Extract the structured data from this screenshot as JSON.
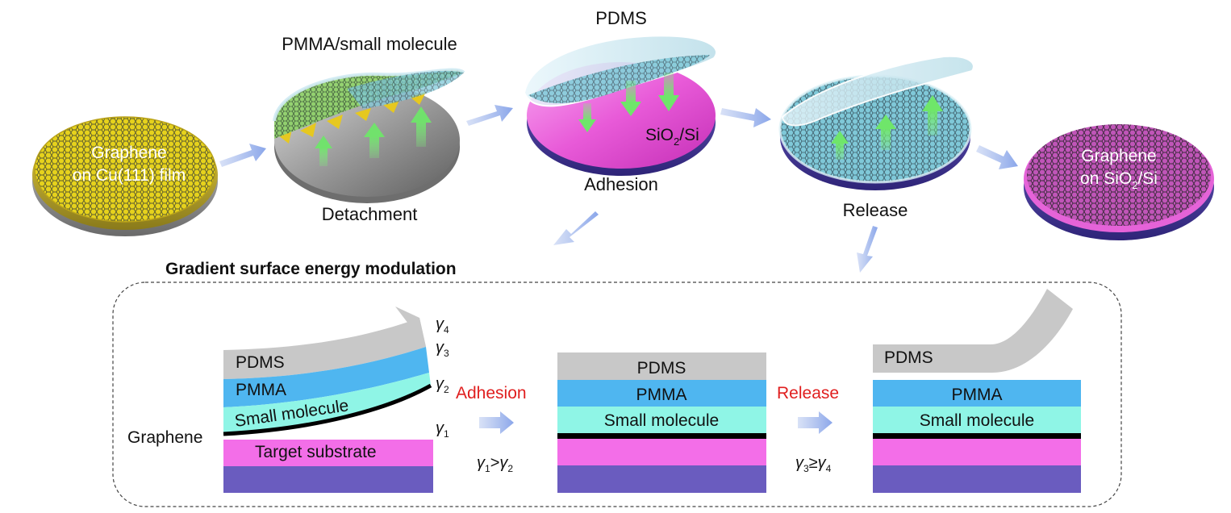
{
  "top": {
    "wafer1_line1": "Graphene",
    "wafer1_line2": "on Cu(111) film",
    "pmma_label": "PMMA/small molecule",
    "detachment": "Detachment",
    "pdms_label": "PDMS",
    "sio2_main": "SiO",
    "sio2_sub": "2",
    "sio2_rest": "/Si",
    "adhesion": "Adhesion",
    "release": "Release",
    "wafer5_line1": "Graphene",
    "wafer5_line2_a": "on SiO",
    "wafer5_line2_sub": "2",
    "wafer5_line2_b": "/Si"
  },
  "panel": {
    "title": "Gradient surface energy modulation",
    "graphene": "Graphene",
    "pdms": "PDMS",
    "pmma": "PMMA",
    "small_molecule": "Small molecule",
    "target_substrate": "Target substrate",
    "gamma": "γ",
    "g4": "4",
    "g3": "3",
    "g2": "2",
    "g1": "1",
    "adhesion": "Adhesion",
    "release": "Release",
    "cond1_gt": ">",
    "cond2_ge": "≥"
  },
  "colors": {
    "pdms": "#c8c8c8",
    "pmma": "#4fb6f0",
    "small_molecule": "#8ff5e6",
    "graphene": "#000000",
    "target": "#f36ee8",
    "base": "#6a5cbf",
    "label_red": "#e01e1e",
    "arrow": "#9fb5ea"
  }
}
